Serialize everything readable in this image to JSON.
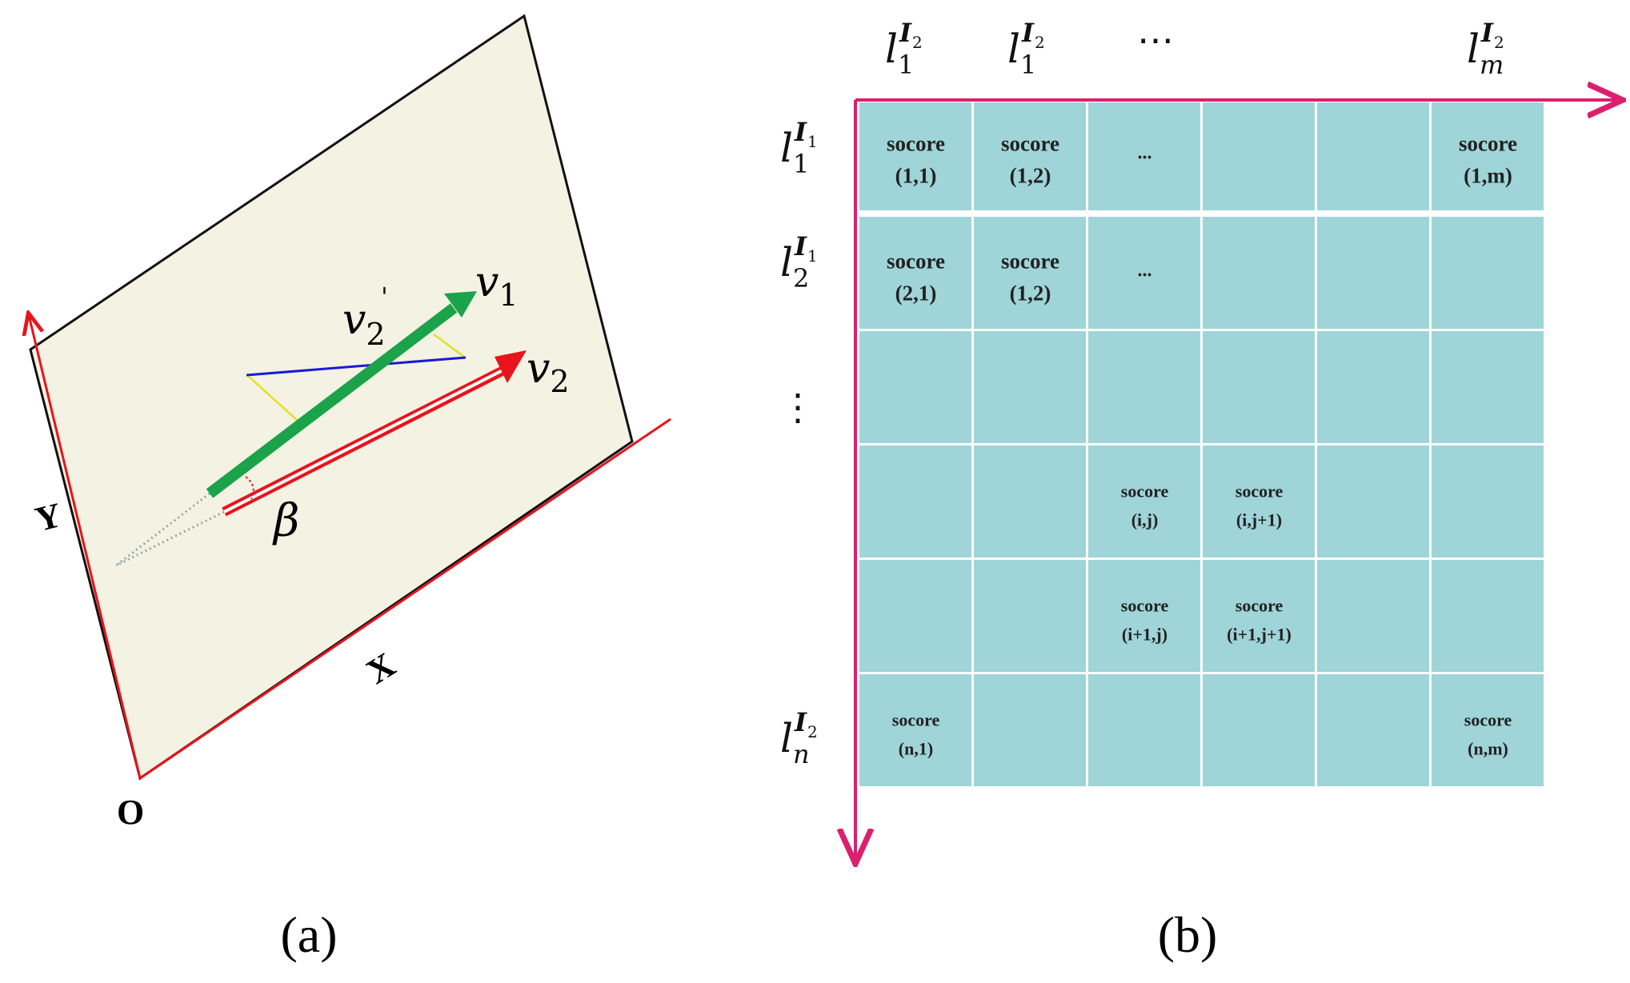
{
  "colors": {
    "plane_fill": "#f4f2e2",
    "axis_red": "#e8141c",
    "axis_magenta": "#dc1f6e",
    "v1_green": "#1aa34a",
    "v2_red": "#e8141c",
    "proj_blue": "#1a1ad8",
    "perp_yellow": "#e6e020",
    "cell_teal": "#9fd4d8",
    "dotted_gray": "#8fa8a8"
  },
  "panel_a": {
    "caption": "(a)",
    "axis_y_label": "Y",
    "axis_x_label": "X",
    "origin_label": "O",
    "v1_label": "v",
    "v1_sub": "1",
    "v2_label": "v",
    "v2_sub": "2",
    "v2p_label": "v",
    "v2p_sub": "2",
    "v2p_prime": "'",
    "angle_label": "β"
  },
  "panel_b": {
    "caption": "(b)",
    "col_headers": [
      {
        "base": "l",
        "sup": "I",
        "sup_sub": "2",
        "sub": "1"
      },
      {
        "base": "l",
        "sup": "I",
        "sup_sub": "2",
        "sub": "1"
      },
      {
        "ellipsis": "⋯"
      },
      {
        "base": "l",
        "sup": "I",
        "sup_sub": "2",
        "sub": "m"
      }
    ],
    "row_headers": [
      {
        "base": "l",
        "sup": "I",
        "sup_sub": "1",
        "sub": "1"
      },
      {
        "base": "l",
        "sup": "I",
        "sup_sub": "1",
        "sub": "2"
      },
      {
        "ellipsis": "⋮"
      },
      {
        "base": "l",
        "sup": "I",
        "sup_sub": "2",
        "sub": "n"
      }
    ],
    "cells": [
      {
        "r": 0,
        "c": 0,
        "l1": "socore",
        "l2": "(1,1)",
        "size": "big"
      },
      {
        "r": 0,
        "c": 1,
        "l1": "socore",
        "l2": "(1,2)",
        "size": "big"
      },
      {
        "r": 0,
        "c": 2,
        "l1": "...",
        "l2": "",
        "size": "dots"
      },
      {
        "r": 0,
        "c": 5,
        "l1": "socore",
        "l2": "(1,m)",
        "size": "big"
      },
      {
        "r": 1,
        "c": 0,
        "l1": "socore",
        "l2": "(2,1)",
        "size": "big"
      },
      {
        "r": 1,
        "c": 1,
        "l1": "socore",
        "l2": "(1,2)",
        "size": "big"
      },
      {
        "r": 1,
        "c": 2,
        "l1": "...",
        "l2": "",
        "size": "dots"
      },
      {
        "r": 3,
        "c": 2,
        "l1": "socore",
        "l2": "(i,j)",
        "size": "small"
      },
      {
        "r": 3,
        "c": 3,
        "l1": "socore",
        "l2": "(i,j+1)",
        "size": "small"
      },
      {
        "r": 4,
        "c": 2,
        "l1": "socore",
        "l2": "(i+1,j)",
        "size": "small"
      },
      {
        "r": 4,
        "c": 3,
        "l1": "socore",
        "l2": "(i+1,j+1)",
        "size": "small"
      },
      {
        "r": 5,
        "c": 0,
        "l1": "socore",
        "l2": "(n,1)",
        "size": "small"
      },
      {
        "r": 5,
        "c": 5,
        "l1": "socore",
        "l2": "(n,m)",
        "size": "small"
      }
    ]
  }
}
